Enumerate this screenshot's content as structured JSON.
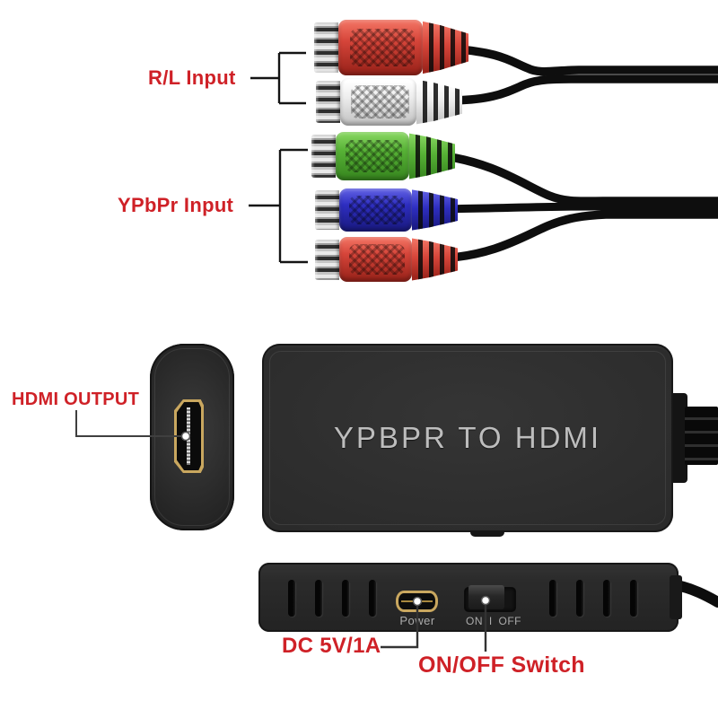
{
  "annotations": {
    "rl_input": "R/L Input",
    "ypbpr_input": "YPbPr Input",
    "hdmi_output": "HDMI OUTPUT",
    "dc_power": "DC 5V/1A",
    "onoff_switch": "ON/OFF Switch"
  },
  "device": {
    "front_text": "YPBPR TO HDMI",
    "power_label": "Power",
    "switch_label": "ON I OFF"
  },
  "connectors": {
    "rl_input": [
      {
        "name": "audio-right-jack",
        "color": "#d6453a"
      },
      {
        "name": "audio-left-jack",
        "color": "#efefef"
      }
    ],
    "ypbpr_input": [
      {
        "name": "component-y-jack",
        "color": "#57b236"
      },
      {
        "name": "component-pb-jack",
        "color": "#2e2ec0"
      },
      {
        "name": "component-pr-jack",
        "color": "#d6453a"
      }
    ]
  },
  "colors": {
    "label_red": "#cf2127",
    "device_body": "#2b2b2b",
    "hdmi_gold": "#c9a75f",
    "front_text_gray": "#bdbdbd",
    "port_label_gray": "#ababab",
    "cable_black": "#0e0e0e"
  }
}
